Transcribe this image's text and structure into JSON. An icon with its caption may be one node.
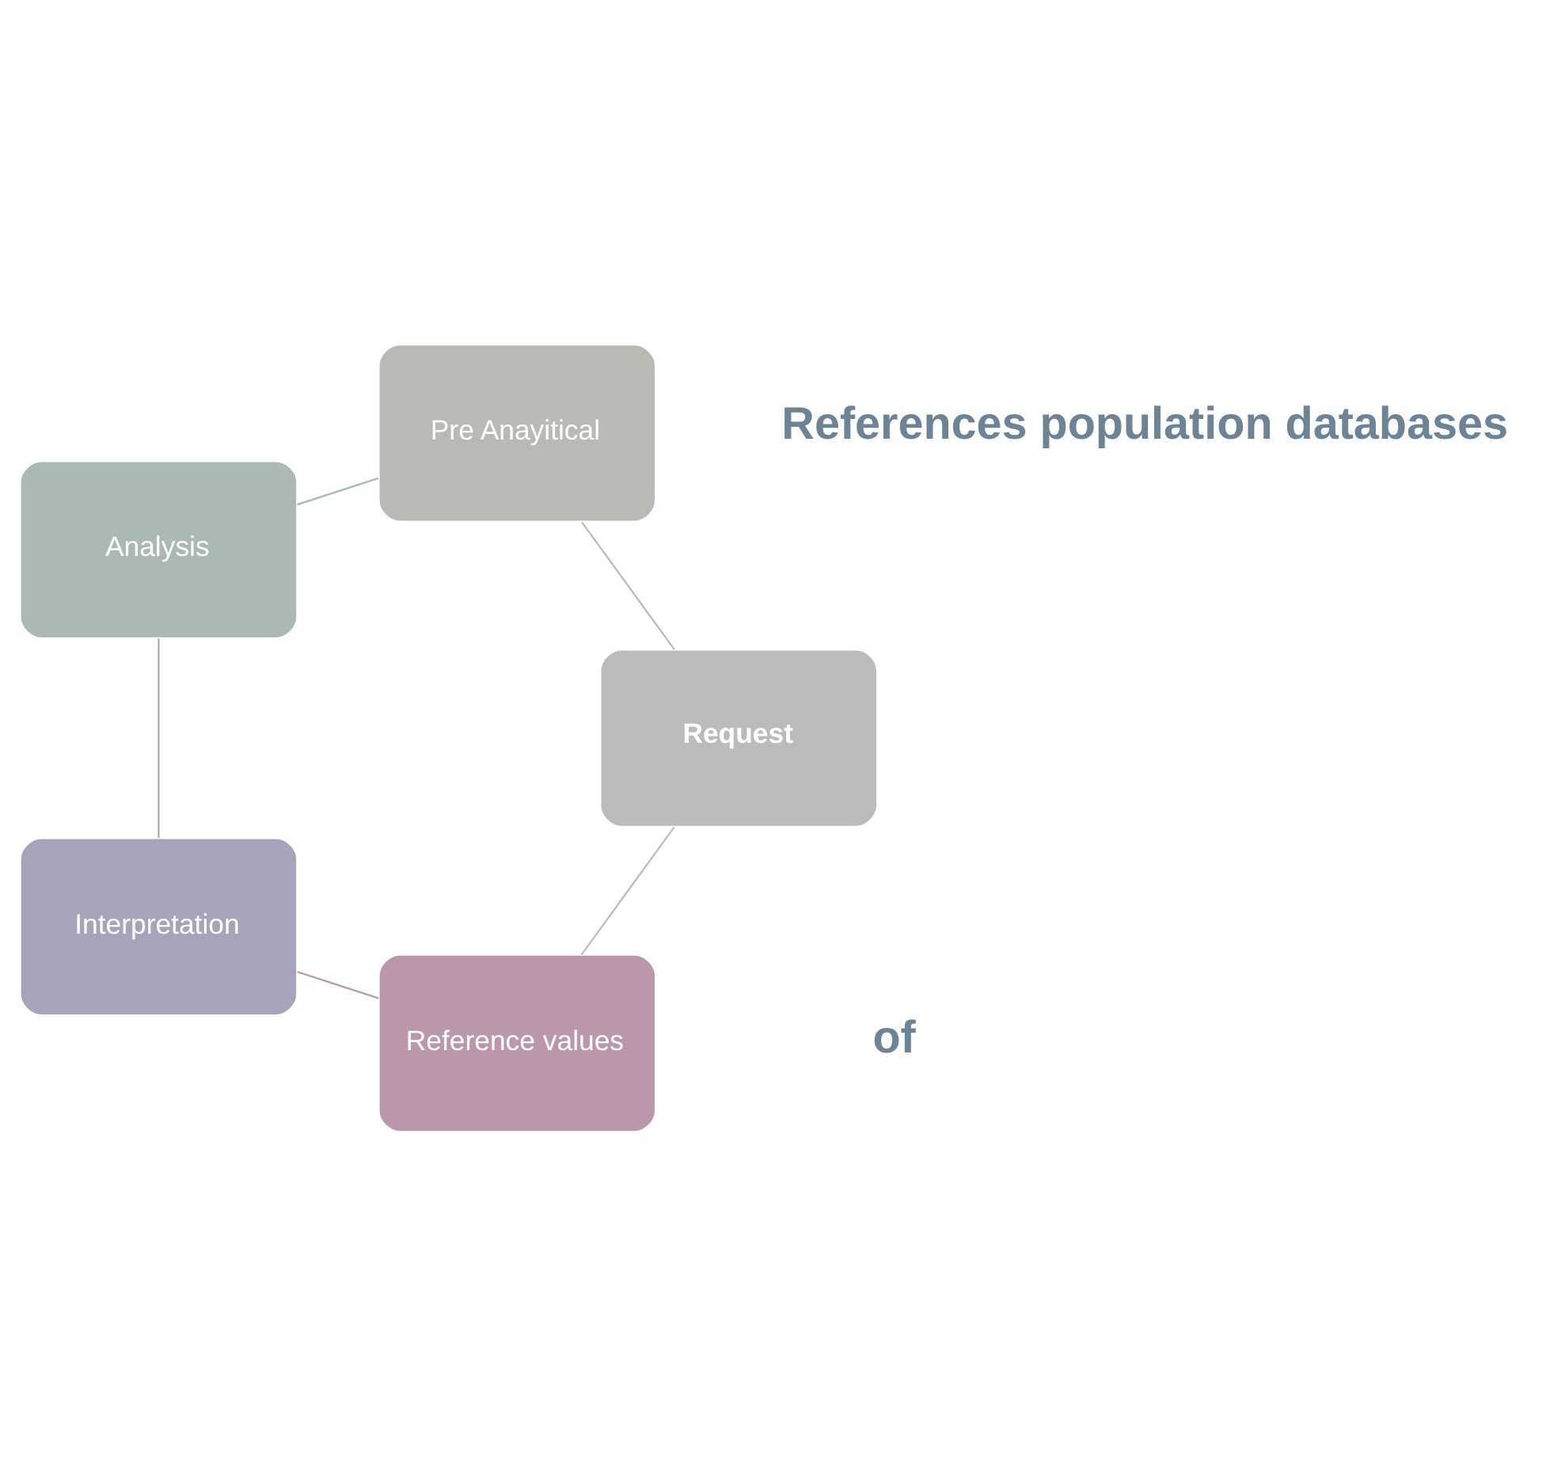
{
  "diagram": {
    "nodes": [
      {
        "text": [
          "Reference values"
        ]
      },
      {
        "text": [
          "Request"
        ]
      },
      {
        "text": [
          "Interpretation"
        ]
      },
      {
        "text": [
          "Pre Anayitical"
        ]
      },
      {
        "text": [
          "Analysis"
        ]
      }
    ],
    "edges": [
      {
        "from": 0,
        "to": 2,
        "arrow": "none",
        "color": "#b997aa"
      },
      {
        "from": 2,
        "to": 4,
        "arrow": "none",
        "color": "#a6a3bb"
      },
      {
        "from": 4,
        "to": 3,
        "arrow": "none",
        "color": "#a9b8b4"
      },
      {
        "from": 3,
        "to": 1,
        "arrow": "none",
        "color": "#b8bab4"
      },
      {
        "from": 1,
        "to": 0,
        "arrow": "none",
        "color": "#bbbbbb"
      }
    ],
    "labels": [
      "References population databases",
      "of"
    ]
  }
}
